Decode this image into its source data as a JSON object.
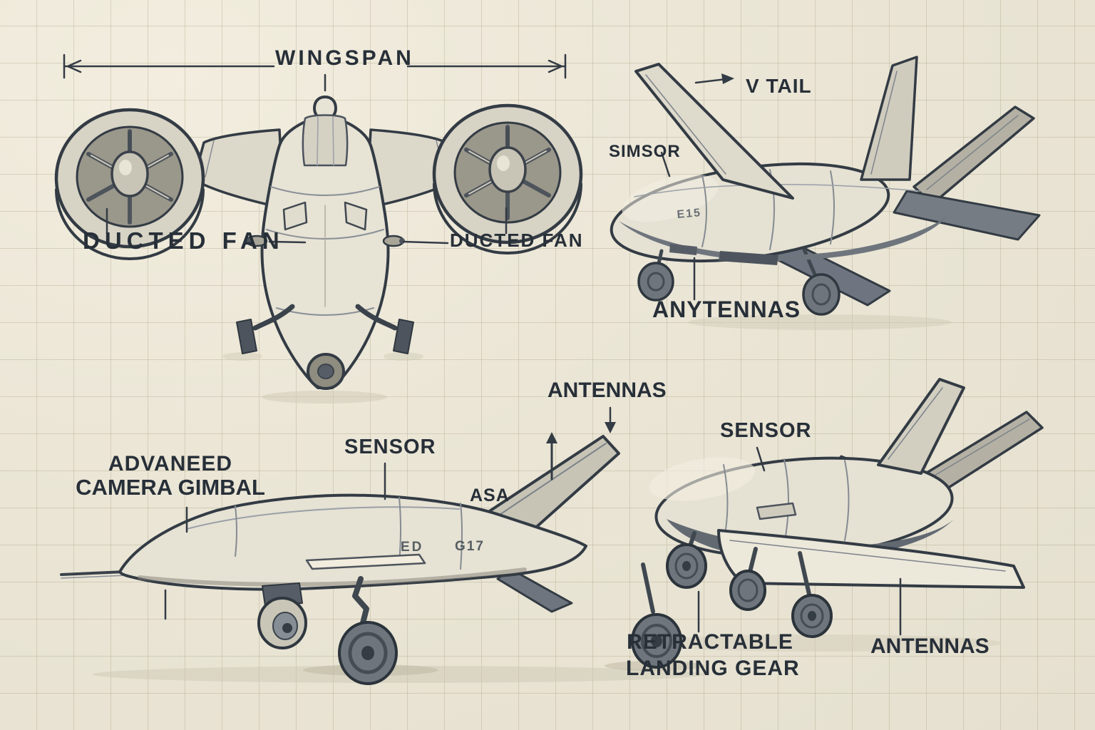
{
  "palette": {
    "paper": "#eae5d5",
    "grid_line": "#b4ab8f",
    "ink": "#333b44",
    "label_text": "#272f38",
    "airframe_light": "#e6e2d4",
    "airframe_mid": "#c9c6b8",
    "airframe_dark": "#6f757e",
    "wheel_dark": "#3f474f",
    "shadow": "#cfc9b6"
  },
  "annotations": {
    "vtol_front_view": {
      "wingspan": "WINGSPAN",
      "ducted_fan_left": "DUCTED FAN",
      "ducted_fan_right": "DUCTED FAN"
    },
    "uav_top_right": {
      "v_tail": "V TAIL",
      "sensor": "SIMSOR",
      "antennas": "ANYTENNAS",
      "fuselage_scribble": "E15"
    },
    "uav_bottom_left": {
      "gimbal_line1": "ADVANEED",
      "gimbal_line2": "CAMERA GIMBAL",
      "sensor": "SENSOR",
      "antennas": "ANTENNAS",
      "asa": "ASA",
      "fuselage_scribble_1": "ED",
      "fuselage_scribble_2": "G17"
    },
    "uav_bottom_right": {
      "sensor": "SENSOR",
      "landing_gear_line1": "RETRACTABLE",
      "landing_gear_line2": "LANDING GEAR",
      "antennas": "ANTENNAS"
    }
  }
}
